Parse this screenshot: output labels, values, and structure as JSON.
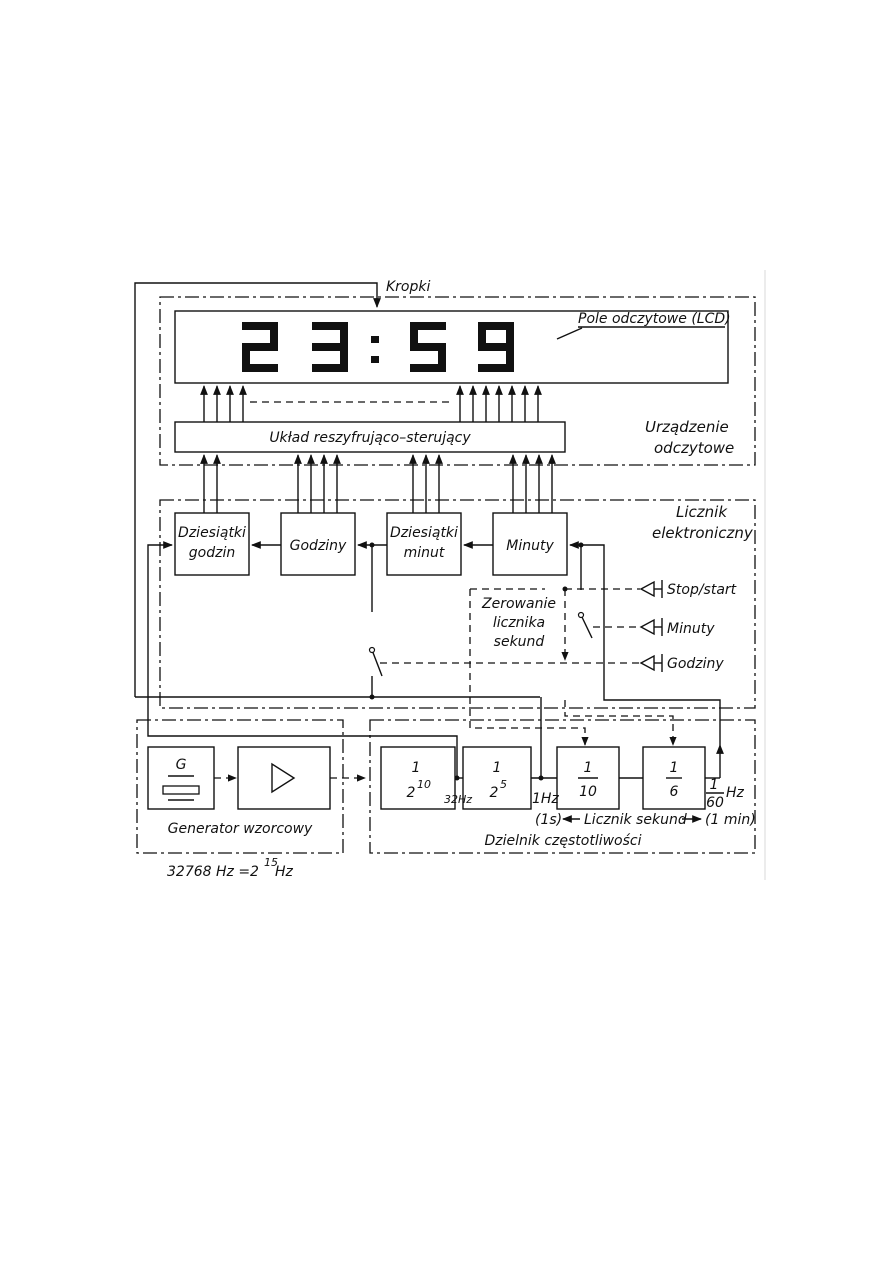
{
  "labels": {
    "kropki": "Kropki",
    "pole": "Pole odczytowe (LCD)",
    "uklad": "Układ reszyfrująco–sterujący",
    "urzadzenie_1": "Urządzenie",
    "urzadzenie_2": "odczytowe",
    "licznik_el_1": "Licznik",
    "licznik_el_2": "elektroniczny",
    "dz_godzin_1": "Dziesiątki",
    "dz_godzin_2": "godzin",
    "godziny": "Godziny",
    "dz_minut_1": "Dziesiątki",
    "dz_minut_2": "minut",
    "minuty": "Minuty",
    "zerowanie_1": "Zerowanie",
    "zerowanie_2": "licznika",
    "zerowanie_3": "sekund",
    "stop_start": "Stop/start",
    "minuty_btn": "Minuty",
    "godziny_btn": "Godziny",
    "gen_g": "G",
    "generator": "Generator wzorcowy",
    "freq_base": "32768 Hz =2",
    "freq_exp": "15",
    "freq_unit": "Hz",
    "div1_num": "1",
    "div1_den": "2",
    "div1_exp": "10",
    "div2_num": "1",
    "div2_den": "2",
    "div2_exp": "5",
    "div3_num": "1",
    "div3_den": "10",
    "div4_num": "1",
    "div4_den": "6",
    "out_num": "1",
    "out_den": "60",
    "out_unit": "Hz",
    "hz32": "32Hz",
    "hz1": "1Hz",
    "s1": "(1s)",
    "licznik_sekund": "Licznik sekund",
    "min1": "(1 min)",
    "dzielnik": "Dzielnik częstotliwości"
  },
  "display_digits": [
    "2",
    "3",
    ":",
    "5",
    "9"
  ]
}
